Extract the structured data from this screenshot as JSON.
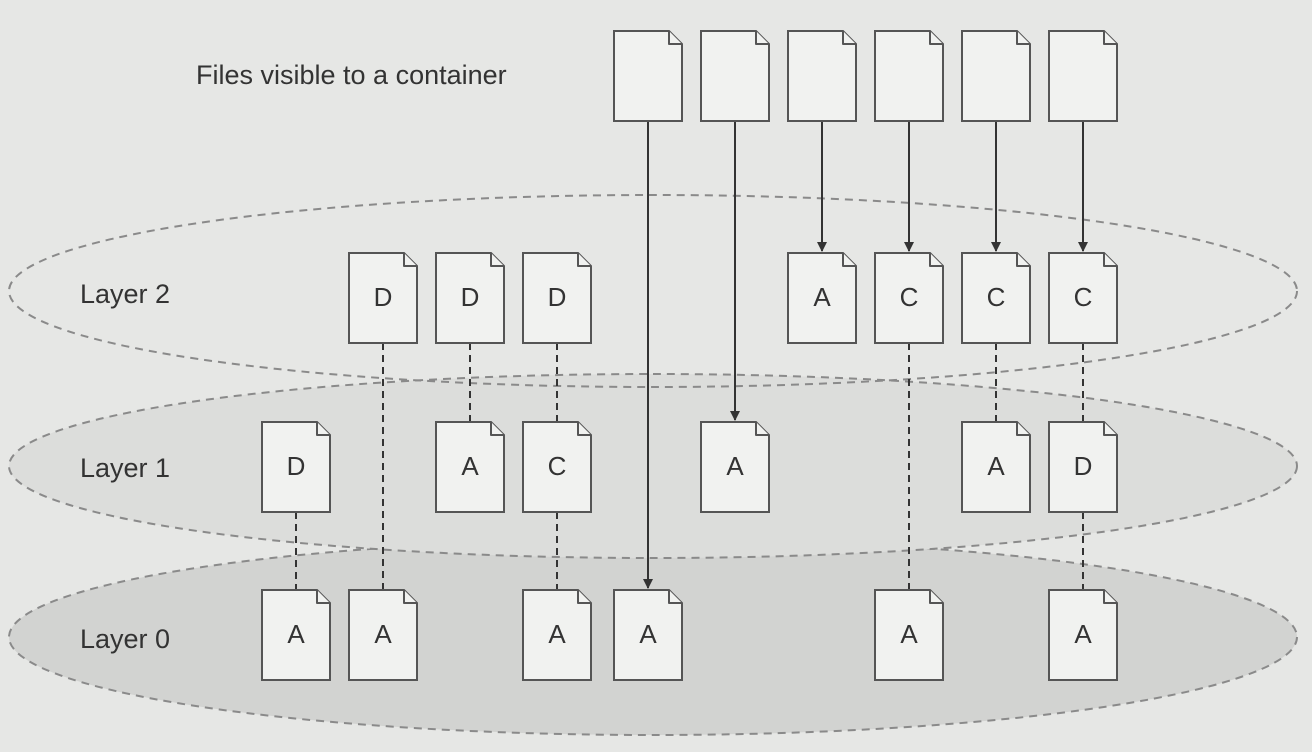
{
  "top_label": "Files visible to a container",
  "layers": [
    {
      "label": "Layer 2",
      "files": [
        {
          "slot": 2,
          "letter": "D"
        },
        {
          "slot": 3,
          "letter": "D"
        },
        {
          "slot": 4,
          "letter": "D"
        },
        {
          "slot": 7,
          "letter": "A"
        },
        {
          "slot": 8,
          "letter": "C"
        },
        {
          "slot": 9,
          "letter": "C"
        },
        {
          "slot": 10,
          "letter": "C"
        }
      ]
    },
    {
      "label": "Layer 1",
      "files": [
        {
          "slot": 1,
          "letter": "D"
        },
        {
          "slot": 3,
          "letter": "A"
        },
        {
          "slot": 4,
          "letter": "C"
        },
        {
          "slot": 6,
          "letter": "A"
        },
        {
          "slot": 9,
          "letter": "A"
        },
        {
          "slot": 10,
          "letter": "D"
        }
      ]
    },
    {
      "label": "Layer 0",
      "files": [
        {
          "slot": 1,
          "letter": "A"
        },
        {
          "slot": 2,
          "letter": "A"
        },
        {
          "slot": 4,
          "letter": "A"
        },
        {
          "slot": 5,
          "letter": "A"
        },
        {
          "slot": 8,
          "letter": "A"
        },
        {
          "slot": 10,
          "letter": "A"
        }
      ]
    }
  ],
  "visible_files": [
    5,
    6,
    7,
    8,
    9,
    10
  ],
  "arrows": [
    {
      "slot": 5,
      "to_layer": "Layer 0"
    },
    {
      "slot": 6,
      "to_layer": "Layer 1"
    },
    {
      "slot": 7,
      "to_layer": "Layer 2"
    },
    {
      "slot": 8,
      "to_layer": "Layer 2"
    },
    {
      "slot": 9,
      "to_layer": "Layer 2"
    },
    {
      "slot": 10,
      "to_layer": "Layer 2"
    }
  ],
  "dashed_links": [
    {
      "slot": 1,
      "from": "Layer 1",
      "to": "Layer 0"
    },
    {
      "slot": 2,
      "from": "Layer 2",
      "to": "Layer 0"
    },
    {
      "slot": 3,
      "from": "Layer 2",
      "to": "Layer 1"
    },
    {
      "slot": 4,
      "from": "Layer 2",
      "to": "Layer 1"
    },
    {
      "slot": 4,
      "from": "Layer 1",
      "to": "Layer 0"
    },
    {
      "slot": 8,
      "from": "Layer 2",
      "to": "Layer 0"
    },
    {
      "slot": 9,
      "from": "Layer 2",
      "to": "Layer 1"
    },
    {
      "slot": 10,
      "from": "Layer 2",
      "to": "Layer 1"
    },
    {
      "slot": 10,
      "from": "Layer 1",
      "to": "Layer 0"
    }
  ],
  "colors": {
    "background": "#e6e7e5",
    "layer2_fill": "#e6e7e5",
    "layer1_fill": "#dcdddb",
    "layer0_fill": "#d2d3d1"
  }
}
